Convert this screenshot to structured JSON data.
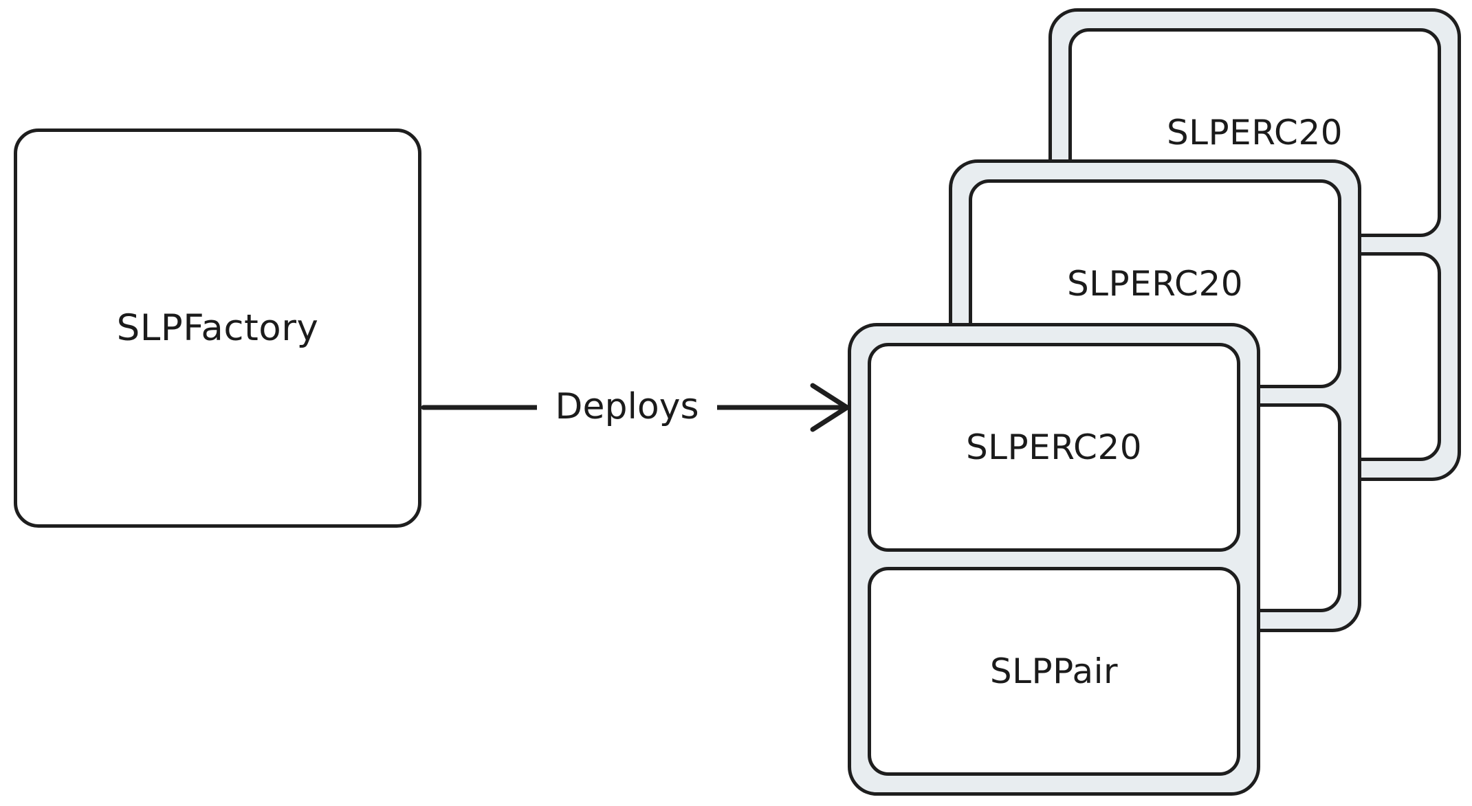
{
  "diagram": {
    "type": "deployment-relationship-diagram",
    "background_color": "#ffffff",
    "stroke_color": "#1e1e1e",
    "card_fill_color": "#e8edf0",
    "inner_fill_color": "#ffffff",
    "text_color": "#1b1b1b",
    "source": {
      "id": "slp-factory",
      "label": "SLPFactory",
      "shape": "rounded-rectangle",
      "fill": "#ffffff"
    },
    "edge": {
      "id": "deploys-edge",
      "label": "Deploys",
      "from": "SLPFactory",
      "to": "SLPERC20 / SLPPair stack",
      "direction": "right",
      "arrowhead": "open-v"
    },
    "stack": {
      "id": "deployed-contracts-stack",
      "count": 3,
      "cards": [
        {
          "id": "deployed-card-back",
          "position": "back",
          "slots": [
            {
              "id": "back-slot-1",
              "label": "SLPERC20",
              "visible_text": true
            },
            {
              "id": "back-slot-2",
              "label": "",
              "visible_text": false
            }
          ]
        },
        {
          "id": "deployed-card-middle",
          "position": "middle",
          "slots": [
            {
              "id": "middle-slot-1",
              "label": "SLPERC20",
              "visible_text": true
            },
            {
              "id": "middle-slot-2",
              "label": "",
              "visible_text": false
            }
          ]
        },
        {
          "id": "deployed-card-front",
          "position": "front",
          "slots": [
            {
              "id": "front-slot-1",
              "label": "SLPERC20",
              "visible_text": true
            },
            {
              "id": "front-slot-2",
              "label": "SLPPair",
              "visible_text": true
            }
          ]
        }
      ]
    }
  }
}
